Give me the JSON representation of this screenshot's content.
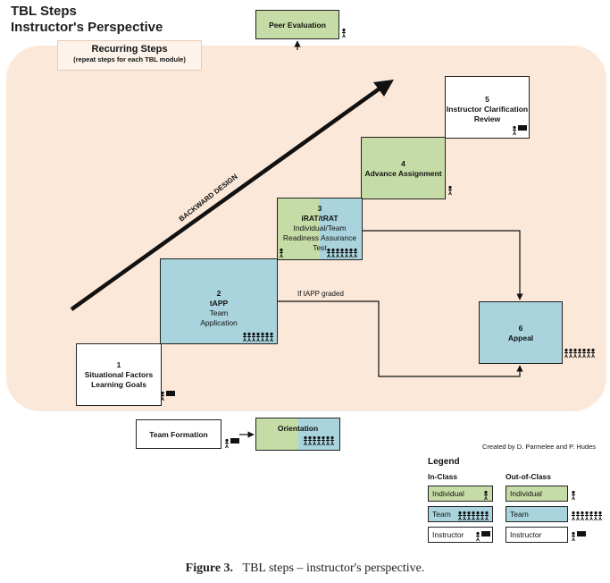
{
  "title": {
    "line1": "TBL Steps",
    "line2": "Instructor's Perspective"
  },
  "recurring": {
    "heading": "Recurring Steps",
    "sub": "(repeat steps for each TBL module)"
  },
  "peer_evaluation": "Peer Evaluation",
  "backward_design": "BACKWARD DESIGN",
  "steps": {
    "s1": {
      "num": "1",
      "line1": "Situational Factors",
      "line2": "Learning Goals"
    },
    "s2": {
      "num": "2",
      "name": "tAPP",
      "line1": "Team",
      "line2": "Application"
    },
    "s3": {
      "num": "3",
      "name": "iRAT/tRAT",
      "line1": "Individual/Team",
      "line2": "Readiness Assurance",
      "line3": "Test"
    },
    "s4": {
      "num": "4",
      "name": "Advance Assignment"
    },
    "s5": {
      "num": "5",
      "line1": "Instructor Clarification",
      "line2": "Review"
    },
    "s6": {
      "num": "6",
      "name": "Appeal"
    }
  },
  "if_tapp_graded": "If tAPP graded",
  "team_formation": "Team Formation",
  "orientation": "Orientation",
  "credit": "Created by  D. Parmelee and P. Hudes",
  "legend": {
    "title": "Legend",
    "in_class": "In-Class",
    "out_of_class": "Out-of-Class",
    "individual": "Individual",
    "team": "Team",
    "instructor": "Instructor"
  },
  "caption": {
    "label": "Figure 3.",
    "text": "TBL steps – instructor's perspective."
  },
  "colors": {
    "individual": "#c6dca6",
    "team": "#a9d4de",
    "recurring_panel": "#fbe8d9"
  },
  "icons": [
    "person-icon",
    "team-icon",
    "instructor-icon"
  ]
}
